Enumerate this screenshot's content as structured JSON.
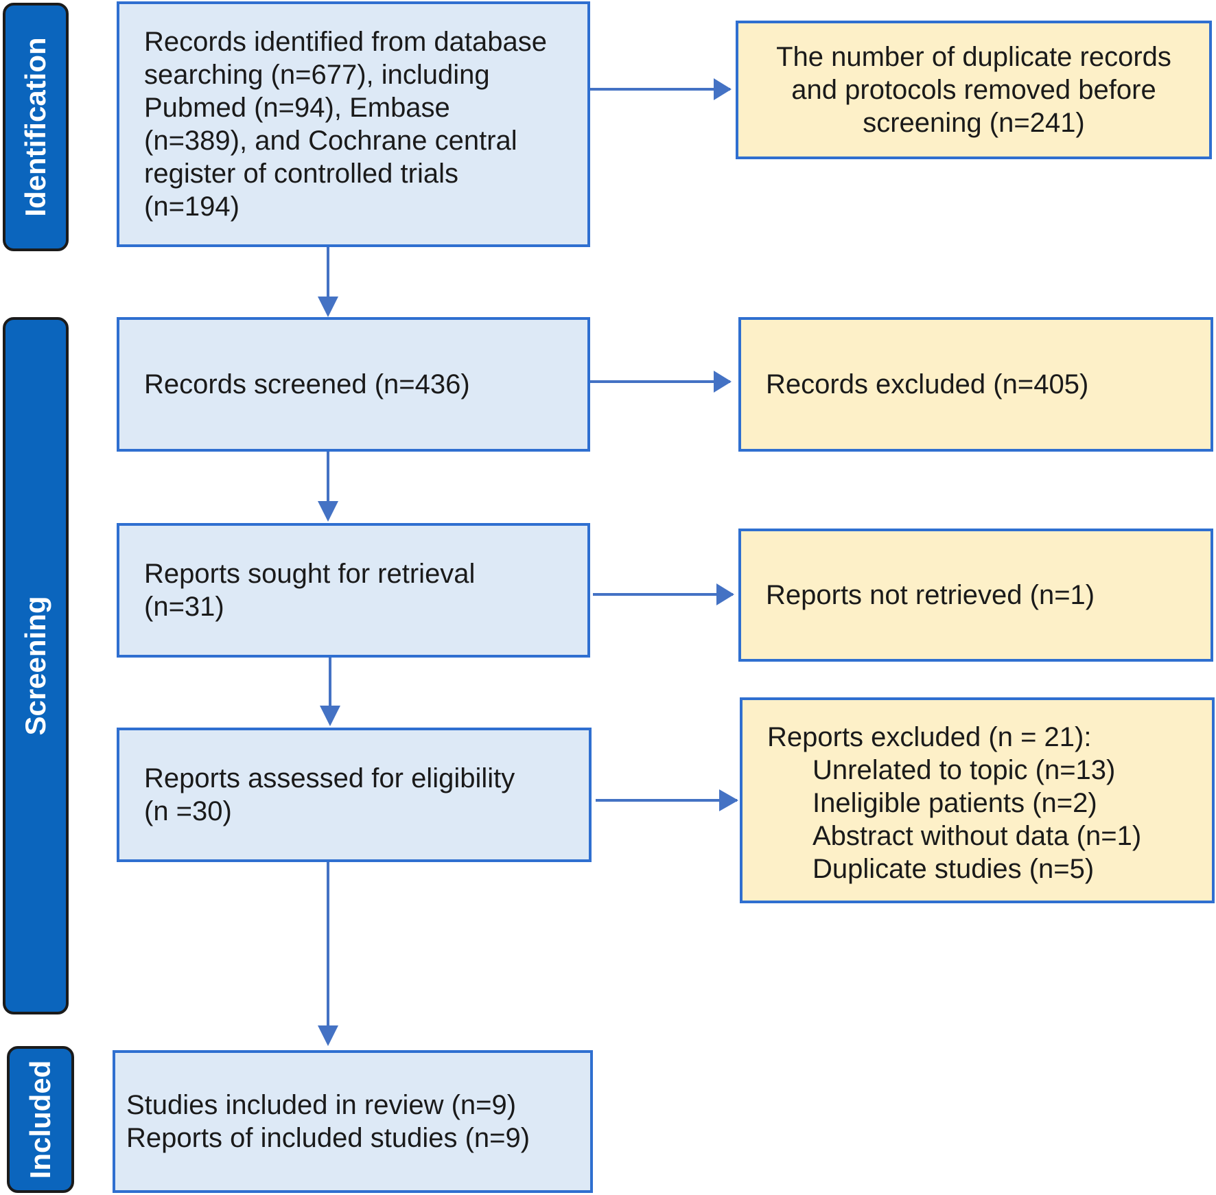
{
  "phases": {
    "identification": "Identification",
    "screening": "Screening",
    "included": "Included"
  },
  "boxes": {
    "identified": [
      "Records identified from database",
      "searching (n=677), including",
      "Pubmed (n=94), Embase",
      "(n=389), and Cochrane central",
      "register of controlled trials",
      "(n=194)"
    ],
    "duplicates_removed": [
      "The number of duplicate records",
      "and protocols removed before",
      "screening (n=241)"
    ],
    "screened": [
      "Records screened (n=436)"
    ],
    "records_excluded": [
      "Records excluded (n=405)"
    ],
    "sought": [
      "Reports sought for retrieval",
      "(n=31)"
    ],
    "not_retrieved": [
      "Reports not retrieved (n=1)"
    ],
    "assessed": [
      "Reports assessed for eligibility",
      "(n =30)"
    ],
    "reports_excluded": {
      "heading": "Reports excluded (n = 21):",
      "reasons": [
        "Unrelated to topic (n=13)",
        "Ineligible patients (n=2)",
        "Abstract without data (n=1)",
        "Duplicate studies (n=5)"
      ]
    },
    "included": [
      "Studies included in review (n=9)",
      "Reports of included studies (n=9)"
    ]
  },
  "colors": {
    "phase_fill": "#0b65bd",
    "box_blue": "#dde9f6",
    "box_yellow": "#fdf0c8",
    "border_blue": "#2f6fd0",
    "arrow": "#4472c4"
  }
}
